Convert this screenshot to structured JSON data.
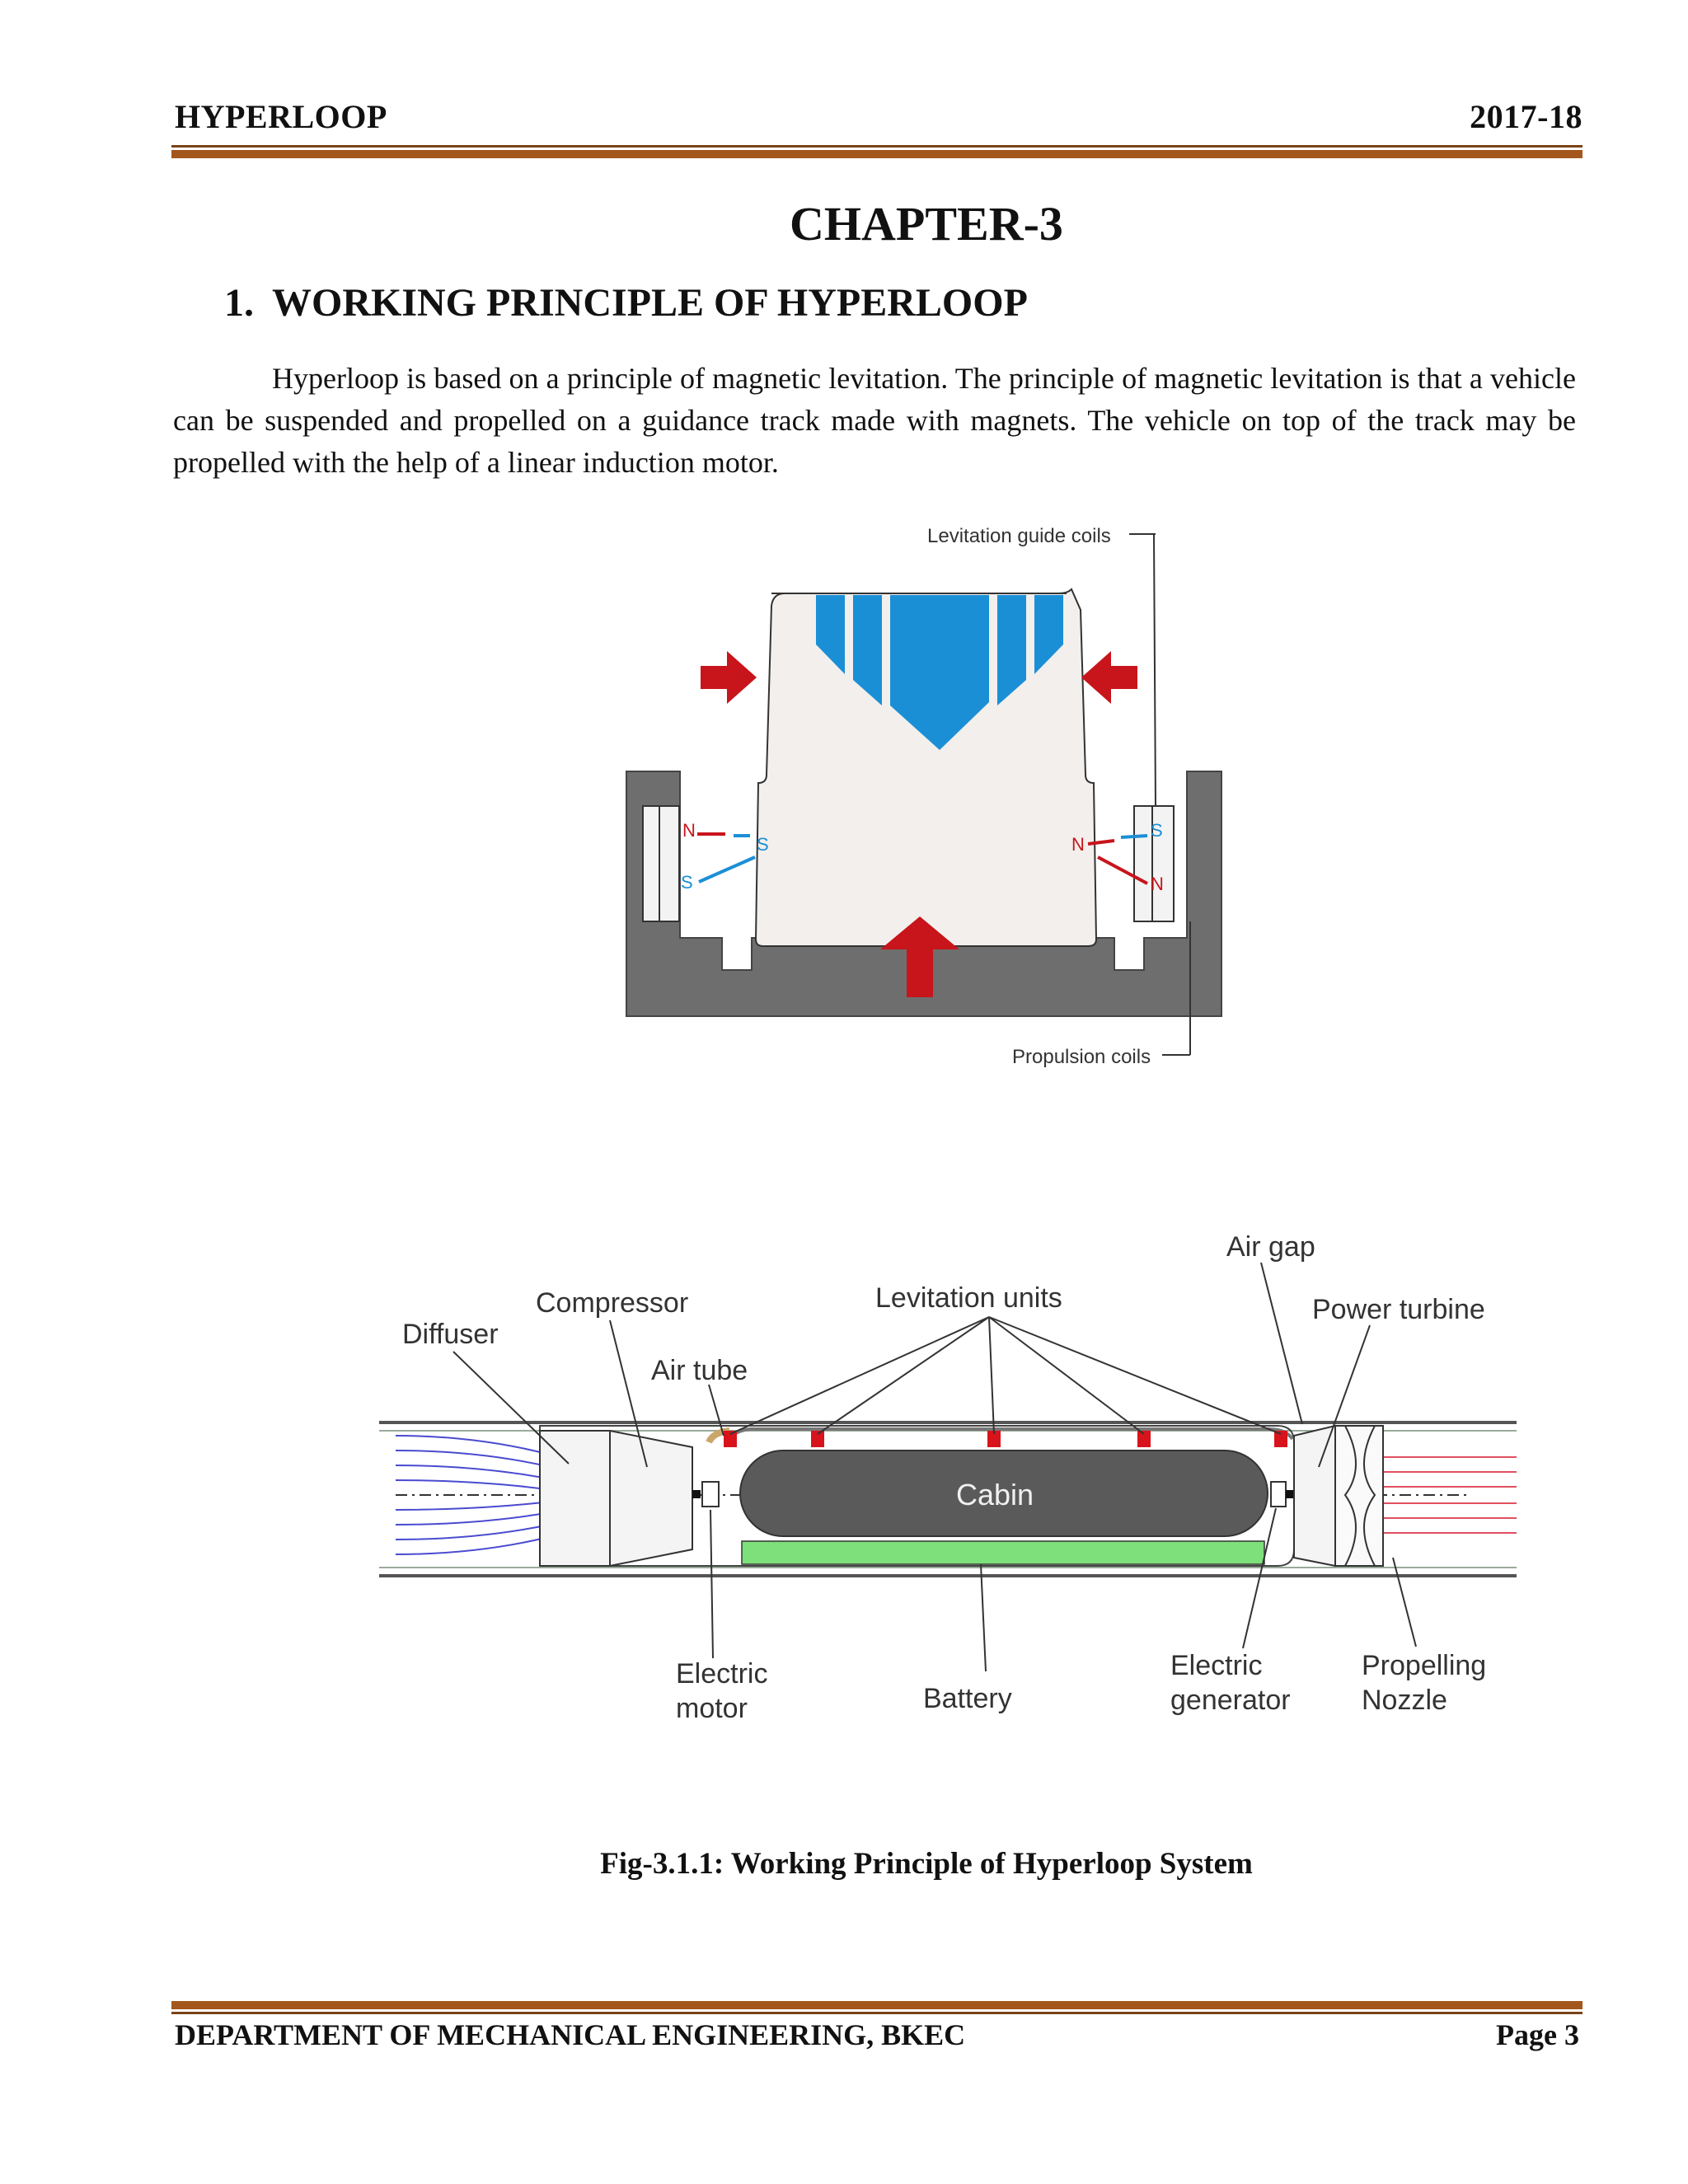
{
  "header": {
    "left": "HYPERLOOP",
    "right": "2017-18"
  },
  "chapter_title": "CHAPTER-3",
  "section": {
    "number": "1.",
    "title": "WORKING  PRINCIPLE OF HYPERLOOP"
  },
  "paragraph": "Hyperloop is based on a principle of magnetic levitation. The principle of magnetic levitation is that a vehicle can be suspended and propelled on a guidance track made with magnets. The vehicle on top of the track may be propelled with the help of a linear induction motor.",
  "figure_top": {
    "label_guide_coils": "Levitation guide coils",
    "label_propulsion_coils": "Propulsion coils",
    "pole_n": "N",
    "pole_s": "S"
  },
  "figure_bottom": {
    "labels": {
      "diffuser": "Diffuser",
      "compressor": "Compressor",
      "air_tube": "Air tube",
      "levitation_units": "Levitation units",
      "air_gap": "Air gap",
      "power_turbine": "Power turbine",
      "cabin": "Cabin",
      "electric_motor_1": "Electric",
      "electric_motor_2": "motor",
      "battery": "Battery",
      "electric_generator_1": "Electric",
      "electric_generator_2": "generator",
      "propelling_nozzle_1": "Propelling",
      "propelling_nozzle_2": "Nozzle"
    }
  },
  "caption": "Fig-3.1.1: Working  Principle  of Hyperloop  System",
  "footer": {
    "left": "DEPARTMENT OF MECHANICAL ENGINEERING, BKEC",
    "right": "Page 3"
  },
  "colors": {
    "rule": "#a4571d",
    "track_gray": "#6b6b6b",
    "arrow_red": "#c8141b",
    "pod_blue": "#1b8fd6",
    "battery_green": "#7ee07a",
    "cabin_gray": "#5a5a5a"
  }
}
